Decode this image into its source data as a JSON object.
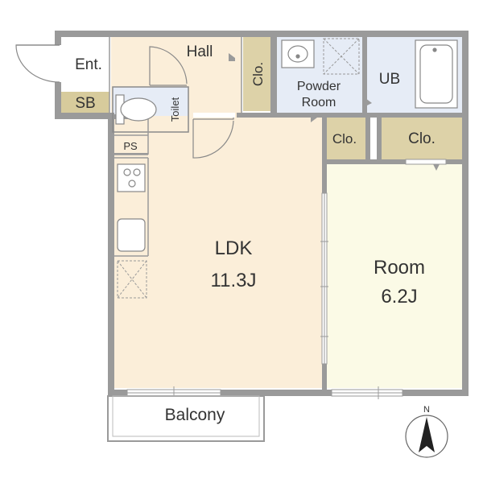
{
  "rooms": {
    "entrance": "Ent.",
    "shoe_box": "SB",
    "hall": "Hall",
    "toilet": "Toilet",
    "closet_hall": "Clo.",
    "powder_room_line1": "Powder",
    "powder_room_line2": "Room",
    "unit_bath": "UB",
    "pipe_space": "PS",
    "closet_small": "Clo.",
    "closet_room": "Clo.",
    "ldk_name": "LDK",
    "ldk_size": "11.3J",
    "room_name": "Room",
    "room_size": "6.2J",
    "balcony": "Balcony"
  },
  "compass": {
    "north_label": "N"
  },
  "colors": {
    "wall": "#9a9a9a",
    "ldk_floor": "#fbeed9",
    "room_floor": "#fbfae6",
    "wet_floor": "#e6ecf6",
    "storage": "#ddd2a8",
    "shoe_box": "#d7cb9c",
    "text": "#333333"
  }
}
